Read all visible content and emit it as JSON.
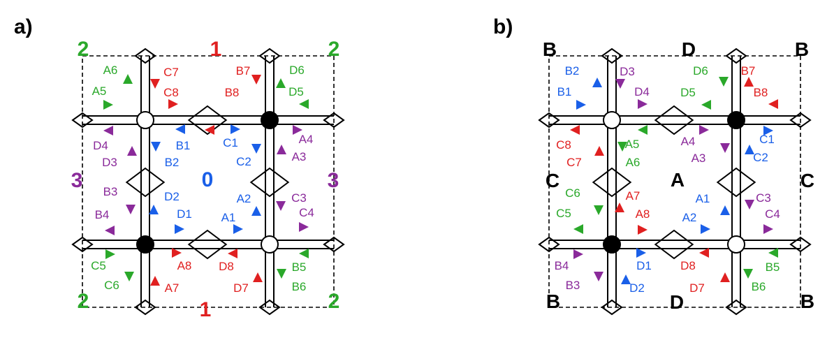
{
  "colors": {
    "A": "#e02020",
    "B": "#1a5fe8",
    "C": "#2aa82a",
    "D": "#8a2a9a",
    "zero": "#1a5fe8",
    "two": "#2aa82a",
    "one": "#e02020",
    "three": "#8a2a9a",
    "black": "#000000"
  },
  "panels": [
    {
      "label": "a)",
      "region_labels": {
        "center": "0",
        "top": "1",
        "bottom": "1",
        "left": "3",
        "right": "3",
        "top_left": "2",
        "top_right": "2",
        "bottom_left": "2",
        "bottom_right": "2"
      },
      "vertex_fills": [
        "open",
        "filled",
        "filled",
        "open"
      ],
      "arrows": [
        {
          "text": "A6",
          "c": "C"
        },
        {
          "text": "A5",
          "c": "C"
        },
        {
          "text": "C7",
          "c": "A"
        },
        {
          "text": "C8",
          "c": "A"
        },
        {
          "text": "B7",
          "c": "A"
        },
        {
          "text": "B8",
          "c": "A"
        },
        {
          "text": "D6",
          "c": "C"
        },
        {
          "text": "D5",
          "c": "C"
        },
        {
          "text": "D4",
          "c": "D"
        },
        {
          "text": "D3",
          "c": "D"
        },
        {
          "text": "B1",
          "c": "B"
        },
        {
          "text": "B2",
          "c": "B"
        },
        {
          "text": "C1",
          "c": "B"
        },
        {
          "text": "C2",
          "c": "B"
        },
        {
          "text": "A4",
          "c": "D"
        },
        {
          "text": "A3",
          "c": "D"
        },
        {
          "text": "B3",
          "c": "D"
        },
        {
          "text": "B4",
          "c": "D"
        },
        {
          "text": "D2",
          "c": "B"
        },
        {
          "text": "D1",
          "c": "B"
        },
        {
          "text": "A1",
          "c": "B"
        },
        {
          "text": "A2",
          "c": "B"
        },
        {
          "text": "C3",
          "c": "D"
        },
        {
          "text": "C4",
          "c": "D"
        },
        {
          "text": "C5",
          "c": "C"
        },
        {
          "text": "C6",
          "c": "C"
        },
        {
          "text": "A8",
          "c": "A"
        },
        {
          "text": "A7",
          "c": "A"
        },
        {
          "text": "D8",
          "c": "A"
        },
        {
          "text": "D7",
          "c": "A"
        },
        {
          "text": "B5",
          "c": "C"
        },
        {
          "text": "B6",
          "c": "C"
        }
      ]
    },
    {
      "label": "b)",
      "region_labels": {
        "center": "A",
        "top": "D",
        "bottom": "D",
        "left": "C",
        "right": "C",
        "top_left": "B",
        "top_right": "B",
        "bottom_left": "B",
        "bottom_right": "B"
      },
      "vertex_fills": [
        "open",
        "filled",
        "filled",
        "open"
      ],
      "arrows": [
        {
          "text": "B2",
          "c": "B"
        },
        {
          "text": "B1",
          "c": "B"
        },
        {
          "text": "D3",
          "c": "D"
        },
        {
          "text": "D4",
          "c": "D"
        },
        {
          "text": "D6",
          "c": "C"
        },
        {
          "text": "D5",
          "c": "C"
        },
        {
          "text": "B7",
          "c": "A"
        },
        {
          "text": "B8",
          "c": "A"
        },
        {
          "text": "C8",
          "c": "A"
        },
        {
          "text": "C7",
          "c": "A"
        },
        {
          "text": "A5",
          "c": "C"
        },
        {
          "text": "A6",
          "c": "C"
        },
        {
          "text": "A4",
          "c": "D"
        },
        {
          "text": "A3",
          "c": "D"
        },
        {
          "text": "C1",
          "c": "B"
        },
        {
          "text": "C2",
          "c": "B"
        },
        {
          "text": "C6",
          "c": "C"
        },
        {
          "text": "C5",
          "c": "C"
        },
        {
          "text": "A7",
          "c": "A"
        },
        {
          "text": "A8",
          "c": "A"
        },
        {
          "text": "A2",
          "c": "B"
        },
        {
          "text": "A1",
          "c": "B"
        },
        {
          "text": "C3",
          "c": "D"
        },
        {
          "text": "C4",
          "c": "D"
        },
        {
          "text": "B4",
          "c": "D"
        },
        {
          "text": "B3",
          "c": "D"
        },
        {
          "text": "D1",
          "c": "B"
        },
        {
          "text": "D2",
          "c": "B"
        },
        {
          "text": "D8",
          "c": "A"
        },
        {
          "text": "D7",
          "c": "A"
        },
        {
          "text": "B5",
          "c": "C"
        },
        {
          "text": "B6",
          "c": "C"
        }
      ]
    }
  ]
}
